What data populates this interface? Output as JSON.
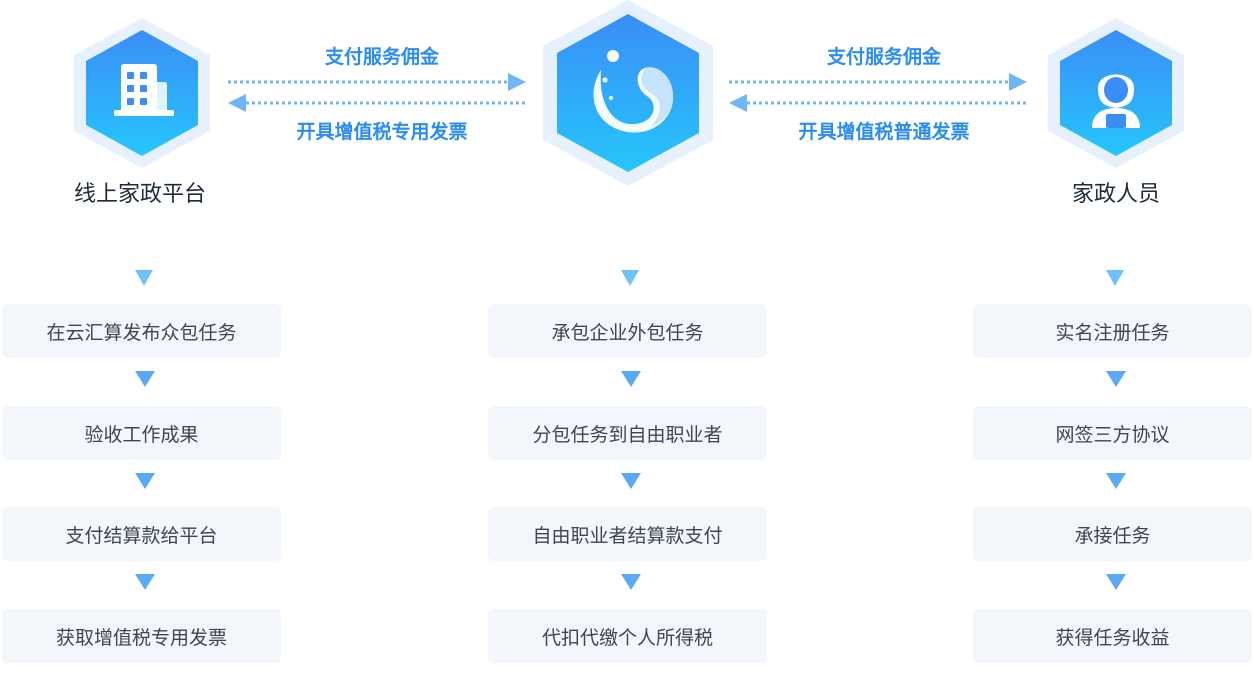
{
  "actors": {
    "platform": {
      "label": "线上家政平台",
      "icon": "building-icon"
    },
    "center": {
      "label": "",
      "icon": "app-logo-icon"
    },
    "worker": {
      "label": "家政人员",
      "icon": "person-icon"
    }
  },
  "flows": {
    "left_top": "支付服务佣金",
    "left_bottom": "开具增值税专用发票",
    "right_top": "支付服务佣金",
    "right_bottom": "开具增值税普通发票"
  },
  "columns": {
    "platform": {
      "steps": [
        "在云汇算发布众包任务",
        "验收工作成果",
        "支付结算款给平台",
        "获取增值税专用发票"
      ]
    },
    "center": {
      "steps": [
        "承包企业外包任务",
        "分包任务到自由职业者",
        "自由职业者结算款支付",
        "代扣代缴个人所得税"
      ]
    },
    "worker": {
      "steps": [
        "实名注册任务",
        "网签三方协议",
        "承接任务",
        "获得任务收益"
      ]
    }
  },
  "colors": {
    "accent": "#2b8cf2",
    "hex_light": "#e6f1fd",
    "hex_gradient_top": "#3a8ef6",
    "hex_gradient_bottom": "#26c6fb",
    "step_bg": "#f3f6fa",
    "arrow": "#5aa9f7"
  }
}
